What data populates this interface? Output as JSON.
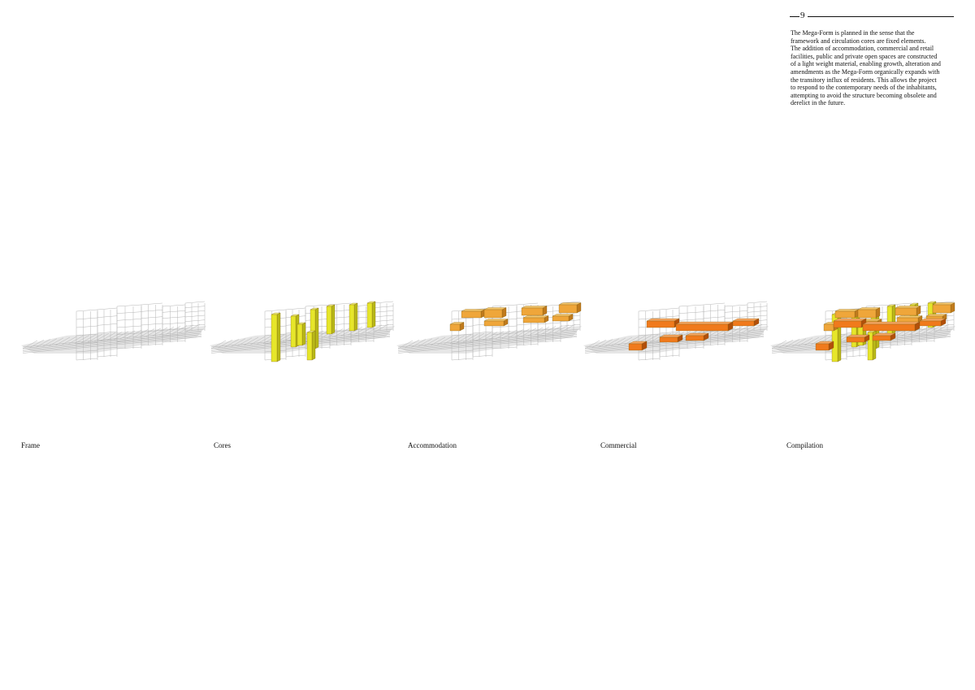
{
  "header": {
    "page_number": "9",
    "intro_lines": [
      "The Mega-Form is planned in the sense that the",
      "framework and circulation cores are fixed elements.",
      "The addition of accommodation, commercial and retail",
      "facilities, public and private open spaces are constructed",
      "of a light weight material, enabling growth, alteration and",
      "amendments as the Mega-Form organically expands with",
      "the transitory influx of residents. This allows the project",
      "to respond to the contemporary needs of the inhabitants,",
      "attempting to avoid the structure becoming obsolete and",
      "derelict in the future."
    ]
  },
  "diagrams": [
    {
      "caption": "Frame"
    },
    {
      "caption": "Cores"
    },
    {
      "caption": "Accommodation"
    },
    {
      "caption": "Commercial"
    },
    {
      "caption": "Compilation"
    }
  ],
  "colors": {
    "frame_line": "#b5b5b5",
    "shadow": "#d2d2d2",
    "core_yellow": "#e6e62a",
    "accommodation_orange": "#efa63a",
    "commercial_orange": "#f07a1c"
  }
}
